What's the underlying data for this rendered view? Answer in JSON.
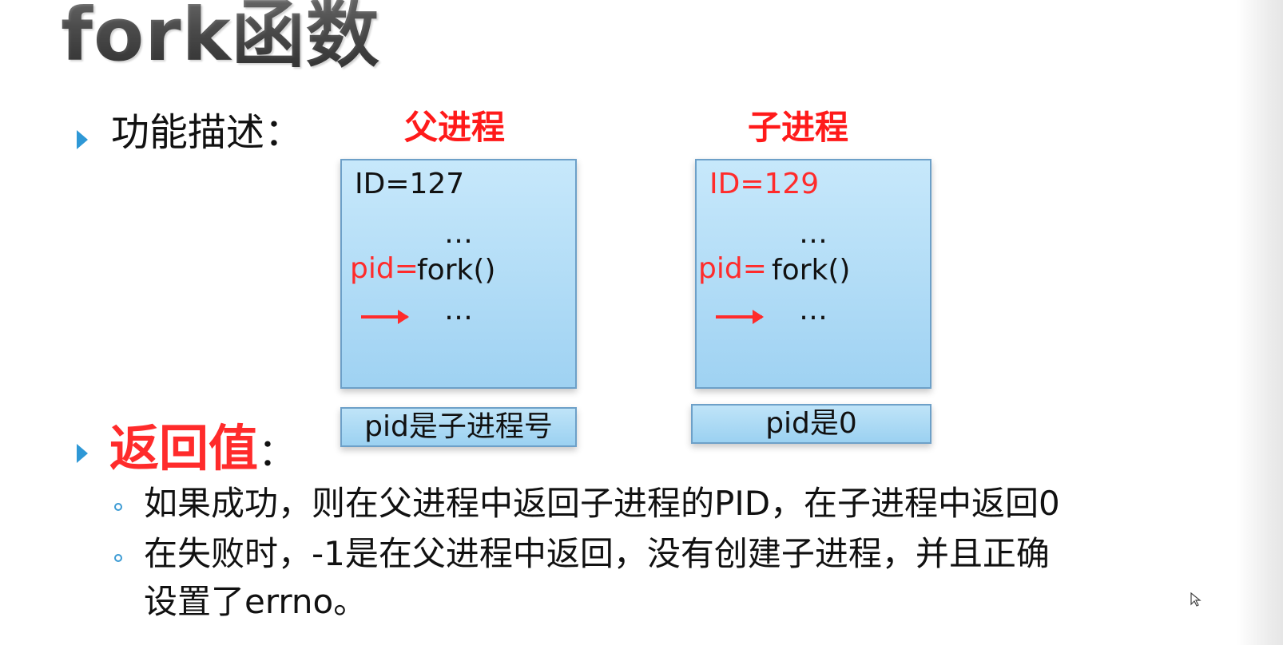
{
  "slide": {
    "title": "fork函数",
    "section1": {
      "label": "功能描述："
    },
    "parent_label": "父进程",
    "child_label": "子进程",
    "parent_box": {
      "id_line": "ID=127",
      "ellipsis_top": "…",
      "pid_prefix": "pid=",
      "fork_call": "fork()",
      "ellipsis_bottom": "…",
      "status": "pid是子进程号"
    },
    "child_box": {
      "id_line": "ID=129",
      "ellipsis_top": "…",
      "pid_prefix": "pid=",
      "fork_call": "fork()",
      "ellipsis_bottom": "…",
      "status": "pid是0"
    },
    "section2": {
      "label_red": "返回值",
      "label_suffix": "："
    },
    "bullet1": "如果成功，则在父进程中返回子进程的PID，在子进程中返回0",
    "bullet2_line1": "在失败时，-1是在父进程中返回，没有创建子进程，并且正确",
    "bullet2_line2": "设置了errno。",
    "icons": {
      "section_bullet": "triangle-right-icon",
      "sub_bullet": "circle-bullet-icon",
      "flow_arrow": "arrow-right-icon",
      "cursor": "mouse-pointer-icon"
    },
    "colors": {
      "accent_red": "#ff2b2b",
      "accent_blue": "#2e98d6",
      "box_fill": "#b7dff5",
      "title_gray": "#5b5b5b"
    }
  }
}
